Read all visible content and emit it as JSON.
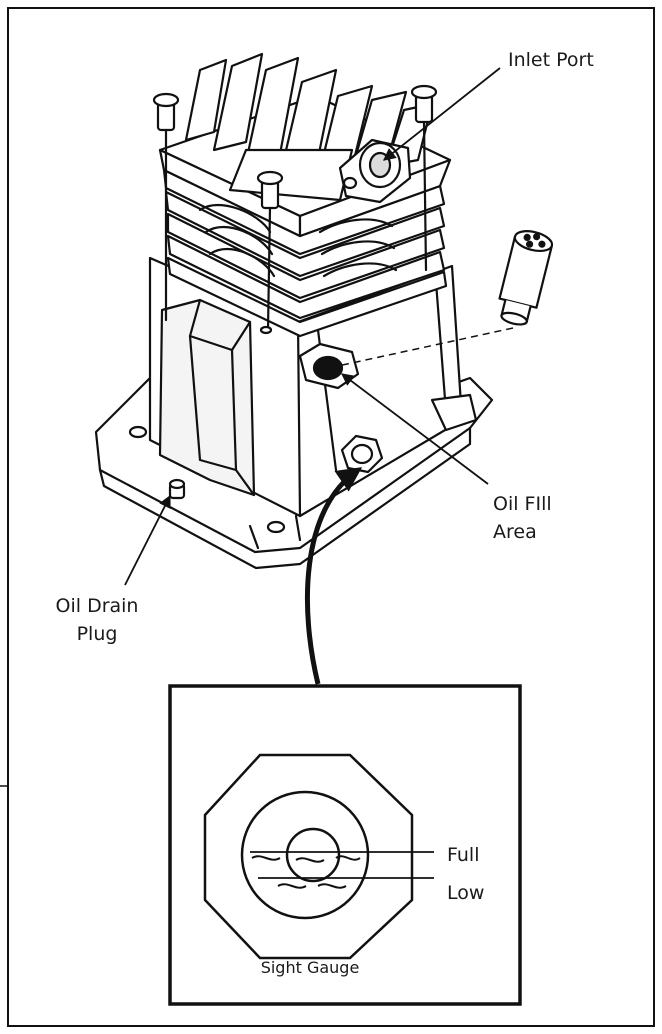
{
  "labels": {
    "inlet_port": "Inlet Port",
    "oil_fill_line1": "Oil FIll",
    "oil_fill_line2": "Area",
    "oil_drain_line1": "Oil Drain",
    "oil_drain_line2": "Plug",
    "full": "Full",
    "low": "Low",
    "sight_gauge": "Sight Gauge"
  },
  "colors": {
    "ink": "#111111",
    "paper": "#ffffff",
    "fill_shade": "#e4e4e4"
  }
}
